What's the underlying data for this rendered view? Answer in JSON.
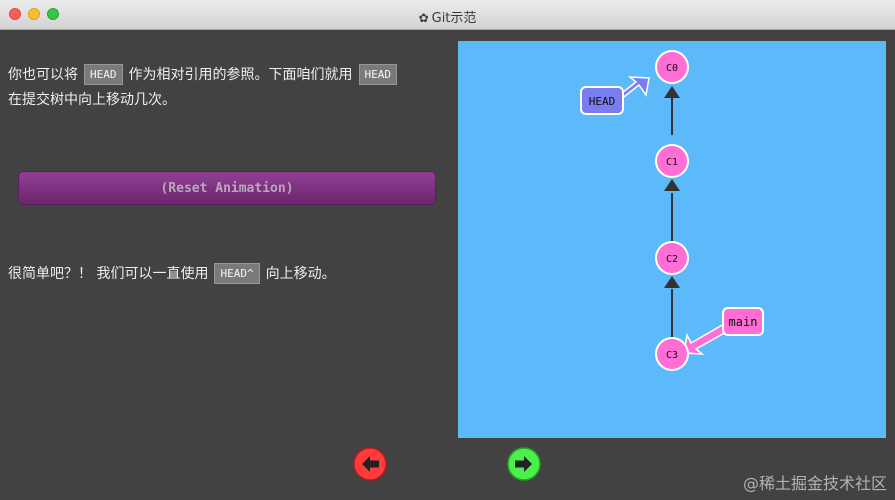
{
  "window": {
    "title": "Git示范"
  },
  "text": {
    "p1_a": "你也可以将",
    "p1_cmd": "HEAD",
    "p1_b": "作为相对引用的参照。下面咱们就用",
    "p1_cmd2": "HEAD",
    "p1_c": "在提交树中向上移动几次。",
    "p2_a": "很简单吧？！ 我们可以一直使用",
    "p2_cmd": "HEAD^",
    "p2_b": "向上移动。"
  },
  "reset_button": {
    "label": "(Reset Animation)"
  },
  "graph": {
    "commits": [
      "C0",
      "C1",
      "C2",
      "C3"
    ],
    "head_label": "HEAD",
    "branch_label": "main",
    "colors": {
      "background": "#5cbafa",
      "commit_fill": "#ff6ed4",
      "head_fill": "#7a7cf2",
      "branch_fill": "#ff6ed4",
      "edge": "#333333"
    }
  },
  "nav": {
    "back_color": "#ff3b3b",
    "forward_color": "#4cf04c"
  },
  "watermark": "@稀土掘金技术社区"
}
